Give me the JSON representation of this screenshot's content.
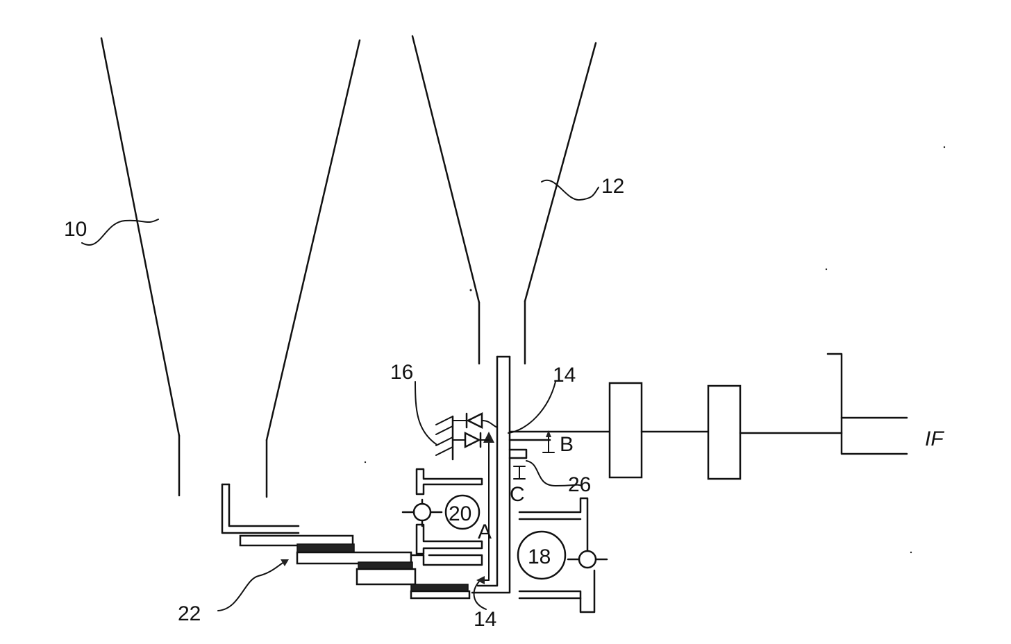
{
  "figure": {
    "reference_labels": {
      "ref_10": "10",
      "ref_12": "12",
      "ref_14_upper": "14",
      "ref_14_lower": "14",
      "ref_16": "16",
      "ref_18": "18",
      "ref_20": "20",
      "ref_22": "22",
      "ref_26": "26"
    },
    "letter_labels": {
      "A": "A",
      "B": "B",
      "C": "C"
    },
    "output_label": "IF"
  }
}
